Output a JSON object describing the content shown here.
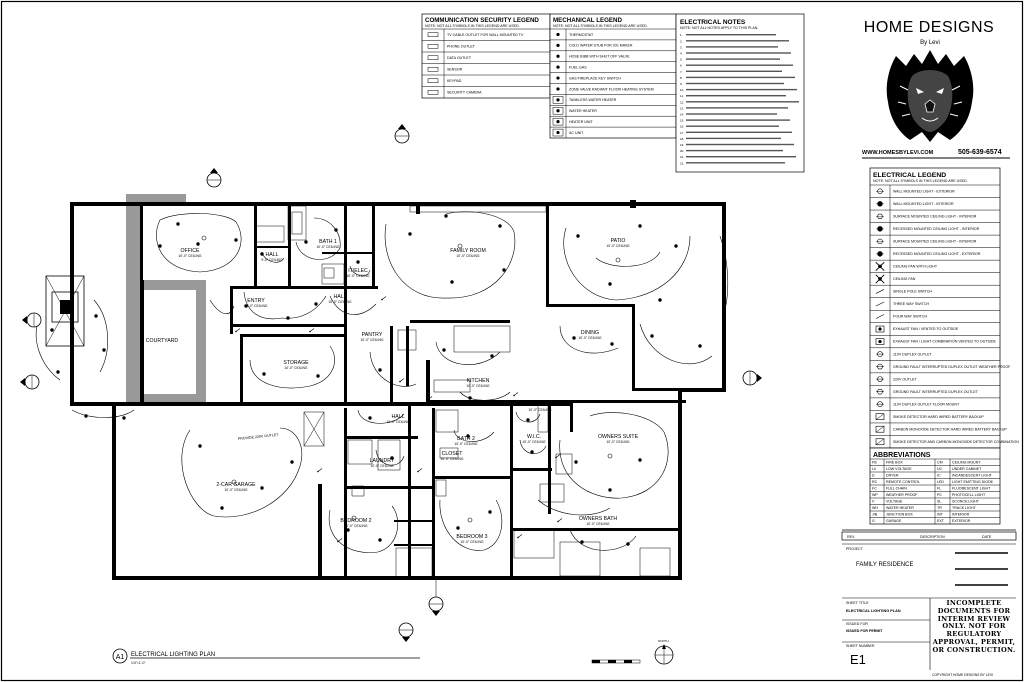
{
  "brand": {
    "name": "HOME DESIGNS",
    "by": "By Levi",
    "website": "WWW.HOMESBYLEVI.COM",
    "phone": "505-639-6574"
  },
  "comm_legend": {
    "title": "COMMUNICATION SECURITY LEGEND",
    "note": "NOTE: NOT ALL SYMBOLS IN THIS LEGEND ARE USED.",
    "items": [
      "TV CABLE OUTLET FOR WALL MOUNTED TV",
      "PHONE OUTLET",
      "DATA OUTLET",
      "SENSOR",
      "KEYPAD",
      "SECURITY CAMERA"
    ]
  },
  "mech_legend": {
    "title": "MECHANICAL LEGEND",
    "note": "NOTE: NOT ALL SYMBOLS IN THIS LEGEND ARE USED.",
    "items": [
      "THERMOSTAT",
      "COLD WATER STUB FOR ICE MAKER",
      "HOSE BIBB WITH SHUT OFF VALVE",
      "FUEL GAS",
      "GAS FIREPLACE KEY SWITCH",
      "ZONE VALVE RADIANT FLOOR HEATING SYSTEM",
      "TANKLESS WATER HEATER",
      "WATER HEATER",
      "HEATER UNIT",
      "AC UNIT"
    ]
  },
  "elec_notes": {
    "title": "ELECTRICAL NOTES",
    "note": "NOTE: NOT ALL NOTES APPLY TO THIS PLAN.",
    "count": 22
  },
  "elec_legend": {
    "title": "ELECTRICAL LEGEND",
    "note": "NOTE: NOT ALL SYMBOLS IN THIS LEGEND ARE USED.",
    "items": [
      "WALL MOUNTED LIGHT - EXTERIOR",
      "WALL MOUNTED LIGHT - INTERIOR",
      "SURFACE MOUNTED CEILING LIGHT - INTERIOR",
      "RECESSED MOUNTED CEILING LIGHT - INTERIOR",
      "SURFACE MOUNTED CEILING LIGHT - INTERIOR",
      "RECESSED MOUNTED CEILING LIGHT - EXTERIOR",
      "CEILING FAN WITH LIGHT",
      "CEILING FAN",
      "SINGLE POLE SWITCH",
      "THREE WAY SWITCH",
      "FOUR WAY SWITCH",
      "EXHAUST FAN / VENTED TO OUTSIDE",
      "EXHAUST FAN / LIGHT COMBINATION VENTED TO OUTSIDE",
      "110V DUPLEX OUTLET",
      "GROUND FAULT INTERRUPTED DUPLEX OUTLET WEATHER PROOF",
      "220V OUTLET",
      "GROUND FAULT INTERRUPTED DUPLEX OUTLET",
      "110V DUPLEX OUTLET FLOOR MOUNT",
      "SMOKE DETECTOR HARD WIRED BATTERY BACKUP",
      "CARBON MONOXIDE DETECTOR HARD WIRED BATTERY BACKUP",
      "SMOKE DETECTOR AND CARBON MONOXIDE DETECTOR COMBINATION"
    ]
  },
  "abbreviations": {
    "title": "ABBREVIATIONS",
    "rows": [
      [
        "FB",
        "FIRE BOX",
        "CM",
        "CEILING MOUNT"
      ],
      [
        "LV",
        "LOW VOLTAGE",
        "UC",
        "UNDER CABINET"
      ],
      [
        "D",
        "DRYER",
        "IC",
        "INCANDESCENT LIGHT"
      ],
      [
        "RC",
        "REMOTE CONTROL",
        "LED",
        "LIGHT EMITTING DIODE"
      ],
      [
        "FC",
        "FULL CHAIN",
        "FL",
        "FLUORESCENT LIGHT"
      ],
      [
        "WP",
        "WEATHER PROOF",
        "PC",
        "PHOTOCELL LIGHT"
      ],
      [
        "V",
        "VOLTAGE",
        "SL",
        "SCONCE LIGHT"
      ],
      [
        "WH",
        "WATER HEATER",
        "TR",
        "TRACK LIGHT"
      ],
      [
        "J/B",
        "JUNCTION BOX",
        "INT",
        "INTERIOR"
      ],
      [
        "G",
        "GARAGE",
        "EXT",
        "EXTERIOR"
      ]
    ]
  },
  "title_block": {
    "rev_headers": [
      "REV.",
      "DESCRIPTION",
      "DATE"
    ],
    "project_label": "PROJECT",
    "project": "FAMILY RESIDENCE",
    "sheet_title_label": "SHEET TITLE",
    "sheet_title": "ELECTRICAL LIGHTING PLAN",
    "issued_label": "ISSUED FOR",
    "issued": "ISSUED FOR PERMIT",
    "sheet_no_label": "SHEET NUMBER",
    "sheet_no": "E1",
    "disclaimer": "INCOMPLETE DOCUMENTS FOR INTERIM REVIEW ONLY. NOT FOR REGULATORY APPROVAL, PERMIT, OR CONSTRUCTION.",
    "copyright": "COPYRIGHT HOME DESIGNS BY LEVI"
  },
  "drawing": {
    "tag": "A1",
    "title": "ELECTRICAL LIGHTING PLAN",
    "scale": "1/4\"=1'-0\"",
    "north": "NORTH",
    "rooms": [
      {
        "id": "office",
        "name": "OFFICE",
        "ceiling": "10'-0\" CEILING"
      },
      {
        "id": "hall1",
        "name": "HALL",
        "ceiling": "9'-0\" CEILING"
      },
      {
        "id": "bath1",
        "name": "BATH 1",
        "ceiling": "10'-0\" CEILING"
      },
      {
        "id": "itelec",
        "name": "IT/ELEC",
        "ceiling": "10'-0\" CEILING"
      },
      {
        "id": "entry",
        "name": "ENTRY",
        "ceiling": "10'-0\" CEILING"
      },
      {
        "id": "hall2",
        "name": "HALL",
        "ceiling": "10'-0\" CEILING"
      },
      {
        "id": "family",
        "name": "FAMILY ROOM",
        "ceiling": "10'-0\" CEILING"
      },
      {
        "id": "patio",
        "name": "PATIO",
        "ceiling": "10'-0\" CEILING"
      },
      {
        "id": "courtyard",
        "name": "COURTYARD",
        "ceiling": ""
      },
      {
        "id": "storage",
        "name": "STORAGE",
        "ceiling": "10'-0\" CEILING"
      },
      {
        "id": "pantry",
        "name": "PANTRY",
        "ceiling": "10'-0\" CEILING"
      },
      {
        "id": "dining",
        "name": "DINING",
        "ceiling": "10'-0\" CEILING"
      },
      {
        "id": "kitchen",
        "name": "KITCHEN",
        "ceiling": "10'-0\" CEILING"
      },
      {
        "id": "hall3",
        "name": "HALL",
        "ceiling": "10'-0\" CEILING"
      },
      {
        "id": "hall4",
        "name": "HALL",
        "ceiling": "10'-0\" CEILING"
      },
      {
        "id": "garage",
        "name": "2-CAR GARAGE",
        "ceiling": "10'-0\" CEILING"
      },
      {
        "id": "laundry",
        "name": "LAUNDRY",
        "ceiling": "10'-0\" CEILING"
      },
      {
        "id": "bath2",
        "name": "BATH 2",
        "ceiling": "10'-0\" CEILING"
      },
      {
        "id": "closet",
        "name": "CLOSET",
        "ceiling": "10'-0\" CEILING"
      },
      {
        "id": "wic",
        "name": "W.I.C.",
        "ceiling": "10'-0\" CEILING"
      },
      {
        "id": "owners",
        "name": "OWNERS SUITE",
        "ceiling": "10'-0\" CEILING"
      },
      {
        "id": "bed2",
        "name": "BEDROOM 2",
        "ceiling": "10'-0\" CEILING"
      },
      {
        "id": "bed3",
        "name": "BEDROOM 3",
        "ceiling": "10'-0\" CEILING"
      },
      {
        "id": "obath",
        "name": "OWNERS BATH",
        "ceiling": "10'-0\" CEILING"
      }
    ],
    "garage_note": "PROVIDE 220V OUTLET"
  }
}
